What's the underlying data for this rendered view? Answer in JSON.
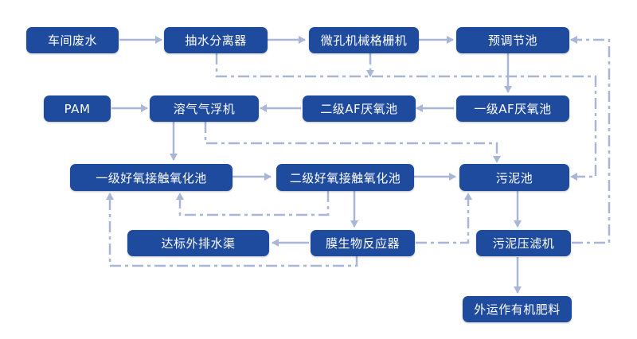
{
  "diagram": {
    "colors": {
      "node": "#1f4b9e",
      "node_text": "#ffffff",
      "arrow": "#a9b6d6"
    },
    "nodes": {
      "workshop_wastewater": "车间废水",
      "pump_separator": "抽水分离器",
      "micro_screen": "微孔机械格栅机",
      "equalization_tank": "预调节池",
      "pam": "PAM",
      "daf": "溶气气浮机",
      "af2": "二级AF厌氧池",
      "af1": "一级AF厌氧池",
      "contact1": "一级好氧接触氧化池",
      "contact2": "二级好氧接触氧化池",
      "sludge_tank": "污泥池",
      "discharge": "达标外排水渠",
      "mbr": "膜生物反应器",
      "sludge_press": "污泥压滤机",
      "fertilizer": "外运作有机肥料"
    }
  }
}
